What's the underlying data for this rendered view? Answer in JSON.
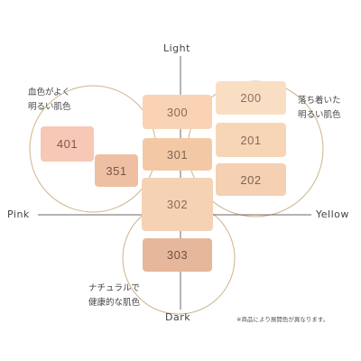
{
  "axes": {
    "top": "Light",
    "bottom": "Dark",
    "left": "Pink",
    "right": "Yellow"
  },
  "groups": {
    "pink": "血色がよく\n明るい肌色",
    "yellow": "落ち着いた\n明るい肌色",
    "natural": "ナチュラルで\n健康的な肌色"
  },
  "swatches": [
    {
      "code": "300",
      "color": "#f9d3b4",
      "text_color": "#8a6a55"
    },
    {
      "code": "301",
      "color": "#f3c9a5",
      "text_color": "#7f6350"
    },
    {
      "code": "302",
      "color": "#f5d2b4",
      "text_color": "#8a6a55"
    },
    {
      "code": "303",
      "color": "#e6b79b",
      "text_color": "#6e5140"
    },
    {
      "code": "401",
      "color": "#f6c8b5",
      "text_color": "#7c5a4b"
    },
    {
      "code": "351",
      "color": "#efbfa3",
      "text_color": "#7a5646"
    },
    {
      "code": "200",
      "color": "#fadec4",
      "text_color": "#8a7060"
    },
    {
      "code": "201",
      "color": "#f7d6b8",
      "text_color": "#85695a"
    },
    {
      "code": "202",
      "color": "#f5d0b2",
      "text_color": "#7f6353"
    }
  ],
  "note": "※商品により展開色が異なります。",
  "colors": {
    "axis_line": "#6a6a6a",
    "circle": "#cdb48a"
  }
}
